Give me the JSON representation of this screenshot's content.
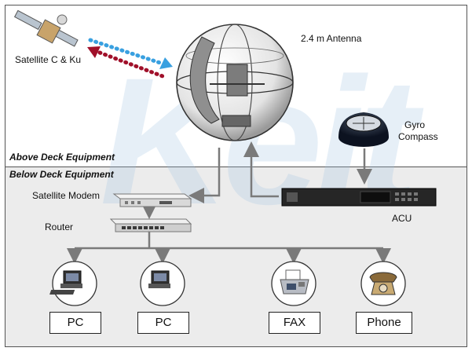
{
  "watermark": "Keit",
  "sections": {
    "above": "Above Deck Equipment",
    "below": "Below Deck Equipment"
  },
  "labels": {
    "satellite": "Satellite C & Ku",
    "antenna": "2.4 m  Antenna",
    "gyro_line1": "Gyro",
    "gyro_line2": "Compass",
    "modem": "Satellite Modem",
    "router": "Router",
    "acu": "ACU"
  },
  "devices": [
    {
      "label": "PC",
      "icon": "pc-icon"
    },
    {
      "label": "PC",
      "icon": "pc-icon"
    },
    {
      "label": "FAX",
      "icon": "fax-icon"
    },
    {
      "label": "Phone",
      "icon": "phone-icon"
    }
  ],
  "colors": {
    "downlink": "#39a0e0",
    "uplink": "#a0102a",
    "connector": "#7a7a7a",
    "lower_bg": "#ececec"
  }
}
